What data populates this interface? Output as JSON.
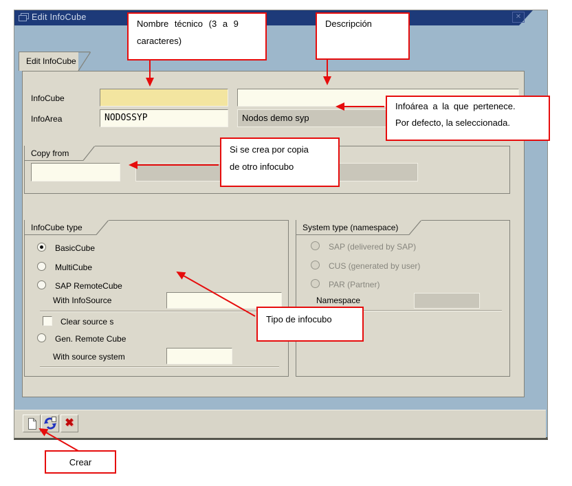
{
  "colors": {
    "accent_red": "#e60c0c",
    "titlebar_bg": "#1d3a79",
    "window_bg": "#9db7cb",
    "panel_bg": "#dcd9cc",
    "field_yellow": "#f3e5a0",
    "field_cream": "#fcfbec",
    "field_disabled": "#c9c6ba"
  },
  "window": {
    "title": "Edit InfoCube",
    "close_glyph": "✕"
  },
  "panel": {
    "tab_label": "Edit InfoCube"
  },
  "form": {
    "infocube_label": "InfoCube",
    "infocube_value": "",
    "infocube_description": "",
    "infoarea_label": "InfoArea",
    "infoarea_value": "NODOSSYP",
    "infoarea_description": "Nodos demo syp"
  },
  "copy_from": {
    "tab_label": "Copy from",
    "value": "",
    "description": ""
  },
  "infocube_type": {
    "tab_label": "InfoCube type",
    "options": [
      {
        "label": "BasicCube",
        "selected": true
      },
      {
        "label": "MultiCube",
        "selected": false
      },
      {
        "label": "SAP RemoteCube",
        "selected": false
      }
    ],
    "with_infosource_label": "With InfoSource",
    "with_infosource_value": "",
    "clear_source_label": "Clear source s",
    "clear_source_checked": false,
    "gen_remote_label": "Gen. Remote Cube",
    "gen_remote_selected": false,
    "with_source_system_label": "With source system",
    "with_source_system_value": ""
  },
  "system_type": {
    "tab_label": "System type (namespace)",
    "options": [
      {
        "label": "SAP (delivered by SAP)"
      },
      {
        "label": "CUS (generated by user)"
      },
      {
        "label": "PAR (Partner)"
      }
    ],
    "namespace_label": "Namespace",
    "namespace_value": ""
  },
  "toolbar": {
    "buttons": [
      {
        "icon": "create-new-icon"
      },
      {
        "icon": "copy-refresh-icon"
      },
      {
        "icon": "cancel-x-icon"
      }
    ],
    "cancel_glyph": "✖"
  },
  "annotations": {
    "technical_name": {
      "line1": "Nombre técnico (3 a 9",
      "line2": "caracteres)"
    },
    "description": {
      "text": "Descripción"
    },
    "infoarea": {
      "line1": "Infoárea a la que pertenece.",
      "line2": "Por defecto, la seleccionada."
    },
    "copy": {
      "line1": "Si se crea por copia",
      "line2": "de otro infocubo"
    },
    "type": {
      "text": "Tipo de infocubo"
    },
    "create": {
      "text": "Crear"
    }
  }
}
